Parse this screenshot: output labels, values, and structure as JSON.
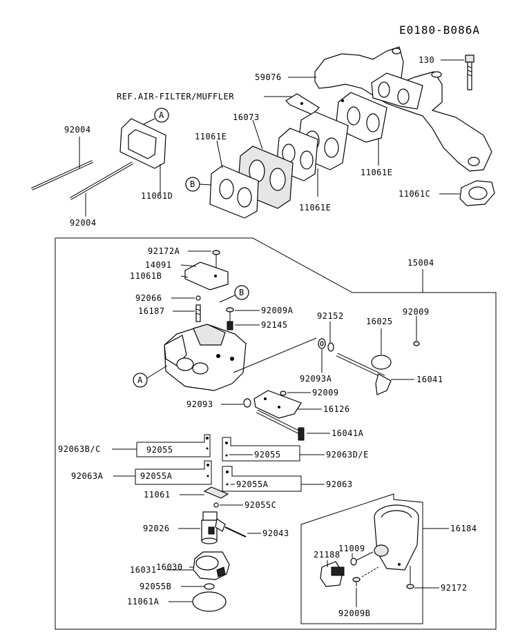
{
  "diagram_code": "E0180-B086A",
  "ref_note": "REF.AIR-FILTER/MUFFLER",
  "callouts": {
    "a": "A",
    "b": "B"
  },
  "labels": {
    "p130": "130",
    "p59076": "59076",
    "p16073": "16073",
    "p11061E_1": "11061E",
    "p11061E_2": "11061E",
    "p11061E_3": "11061E",
    "p11061C": "11061C",
    "p92004_1": "92004",
    "p92004_2": "92004",
    "p11061D": "11061D",
    "p15004": "15004",
    "p92172A": "92172A",
    "p14091": "14091",
    "p11061B": "11061B",
    "p92066": "92066",
    "p16187": "16187",
    "p92009A": "92009A",
    "p92145": "92145",
    "p92152": "92152",
    "p16025": "16025",
    "p92009_1": "92009",
    "p16041": "16041",
    "p92093A": "92093A",
    "p92009_2": "92009",
    "p92093": "92093",
    "p16126": "16126",
    "p16041A": "16041A",
    "p92063BC": "92063B/C",
    "p92055_1": "92055",
    "p92055_2": "92055",
    "p92063DE": "92063D/E",
    "p92063A": "92063A",
    "p92055A_1": "92055A",
    "p92055A_2": "92055A",
    "p92063": "92063",
    "p11061": "11061",
    "p92055C": "92055C",
    "p92026": "92026",
    "p92043": "92043",
    "p16030": "16030",
    "p16031": "16031",
    "p92055B": "92055B",
    "p11061A": "11061A",
    "p11009": "11009",
    "p21188": "21188",
    "p16184": "16184",
    "p92172": "92172",
    "p92009B": "92009B"
  }
}
